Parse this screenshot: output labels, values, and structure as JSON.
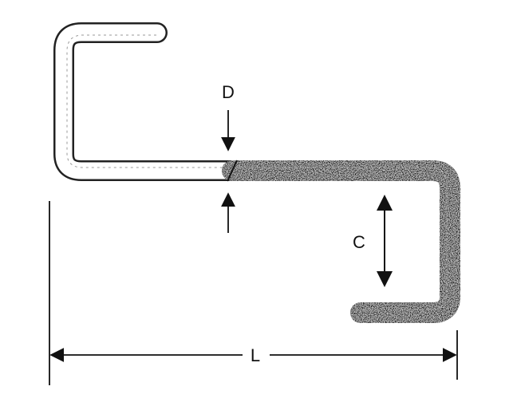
{
  "diagram": {
    "labels": {
      "d": "D",
      "c": "C",
      "l": "L"
    },
    "colors": {
      "ink": "#111111",
      "dark_section": "#1a1a1a",
      "light_section": "#ffffff"
    }
  }
}
